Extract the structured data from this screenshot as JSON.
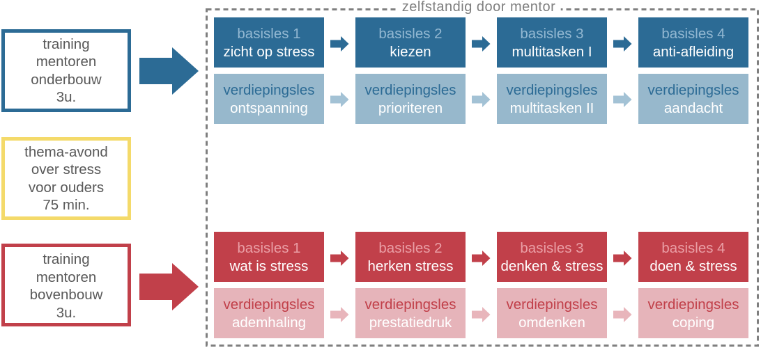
{
  "frame": {
    "label": "zelfstandig door mentor"
  },
  "left_boxes": [
    {
      "lines": [
        "training",
        "mentoren",
        "onderbouw",
        "3u."
      ]
    },
    {
      "lines": [
        "thema-avond",
        "over stress",
        "voor ouders",
        "75 min."
      ]
    },
    {
      "lines": [
        "training",
        "mentoren",
        "bovenbouw",
        "3u."
      ]
    }
  ],
  "tracks": [
    {
      "basis": [
        {
          "label": "basisles 1",
          "title": "zicht op stress"
        },
        {
          "label": "basisles 2",
          "title": "kiezen"
        },
        {
          "label": "basisles 3",
          "title": "multitasken I"
        },
        {
          "label": "basisles 4",
          "title": "anti-afleiding"
        }
      ],
      "verdieping": [
        {
          "label": "verdiepingsles",
          "title": "ontspanning"
        },
        {
          "label": "verdiepingsles",
          "title": "prioriteren"
        },
        {
          "label": "verdiepingsles",
          "title": "multitasken II"
        },
        {
          "label": "verdiepingsles",
          "title": "aandacht"
        }
      ]
    },
    {
      "basis": [
        {
          "label": "basisles 1",
          "title": "wat is stress"
        },
        {
          "label": "basisles 2",
          "title": "herken stress"
        },
        {
          "label": "basisles 3",
          "title": "denken & stress"
        },
        {
          "label": "basisles 4",
          "title": "doen & stress"
        }
      ],
      "verdieping": [
        {
          "label": "verdiepingsles",
          "title": "ademhaling"
        },
        {
          "label": "verdiepingsles",
          "title": "prestatiedruk"
        },
        {
          "label": "verdiepingsles",
          "title": "omdenken"
        },
        {
          "label": "verdiepingsles",
          "title": "coping"
        }
      ]
    }
  ],
  "icons": {
    "flow_arrow": "arrow-right-icon",
    "step_arrow": "arrow-right-icon"
  },
  "colors": {
    "blue_dark": "#2c6b95",
    "blue_light": "#97b8cc",
    "blue_label": "#93b8d2",
    "blue_arrow": "#a3c2d5",
    "red": "#c1404a",
    "pink": "#e6b4ba",
    "red_label": "#ea9fa6",
    "pink_arrow": "#e8b5bb",
    "yellow": "#f4da6a",
    "text_gray": "#595959",
    "frame_gray": "#7f7f7f"
  }
}
